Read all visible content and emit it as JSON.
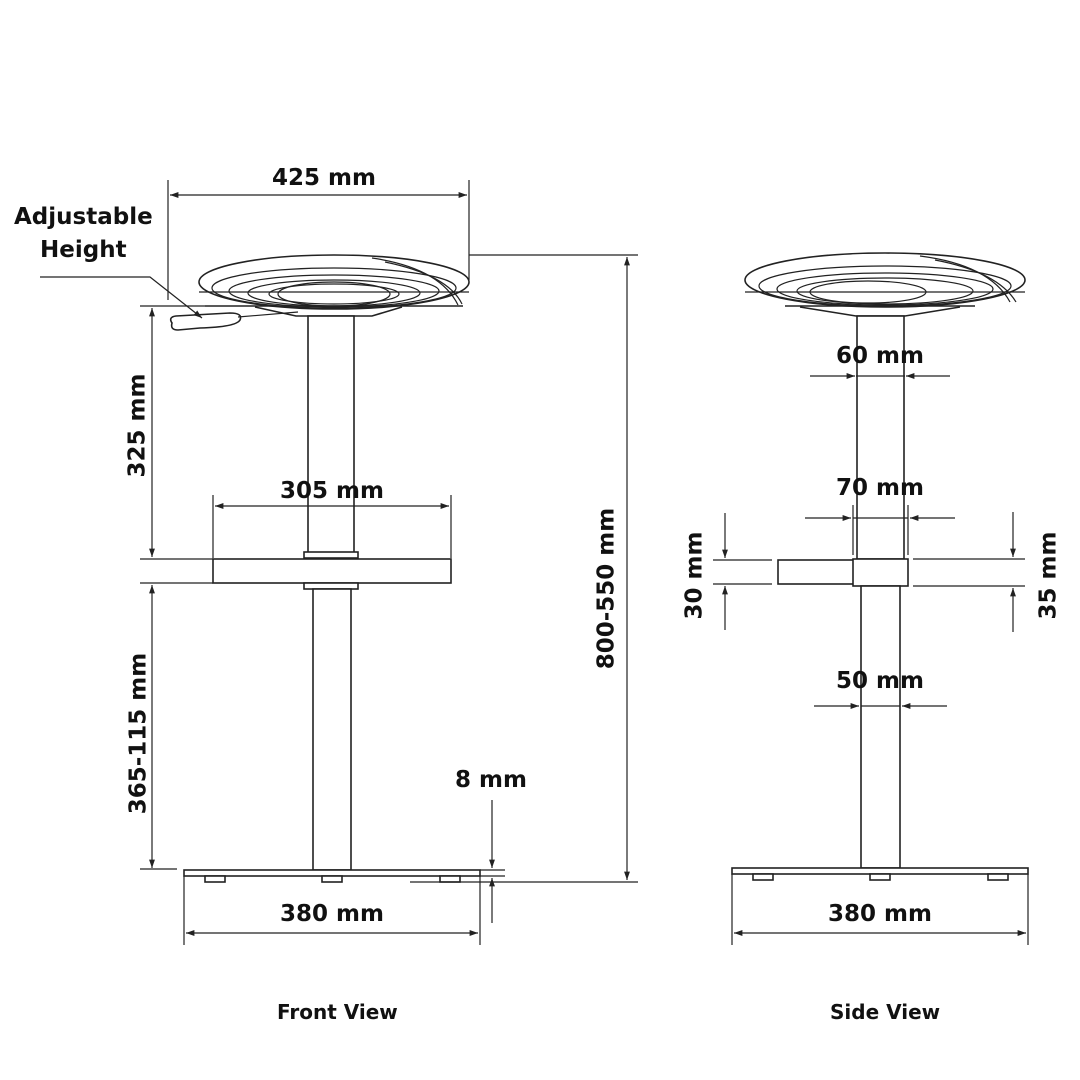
{
  "front_view": {
    "caption": "Front View",
    "callout": {
      "line1": "Adjustable",
      "line2": "Height"
    },
    "dimensions": {
      "seat_width": "425 mm",
      "seat_to_footrest": "325 mm",
      "footrest_width": "305 mm",
      "footrest_to_floor": "365-115 mm",
      "base_thickness": "8 mm",
      "base_width": "380 mm",
      "total_height": "800-550 mm"
    }
  },
  "side_view": {
    "caption": "Side View",
    "dimensions": {
      "upper_column_diameter": "60 mm",
      "footrest_collar_width": "70 mm",
      "footrest_thickness": "30 mm",
      "collar_height": "35 mm",
      "lower_column_diameter": "50 mm",
      "base_width": "380 mm"
    }
  },
  "colors": {
    "line": "#222222",
    "text": "#111111",
    "background": "#ffffff"
  }
}
